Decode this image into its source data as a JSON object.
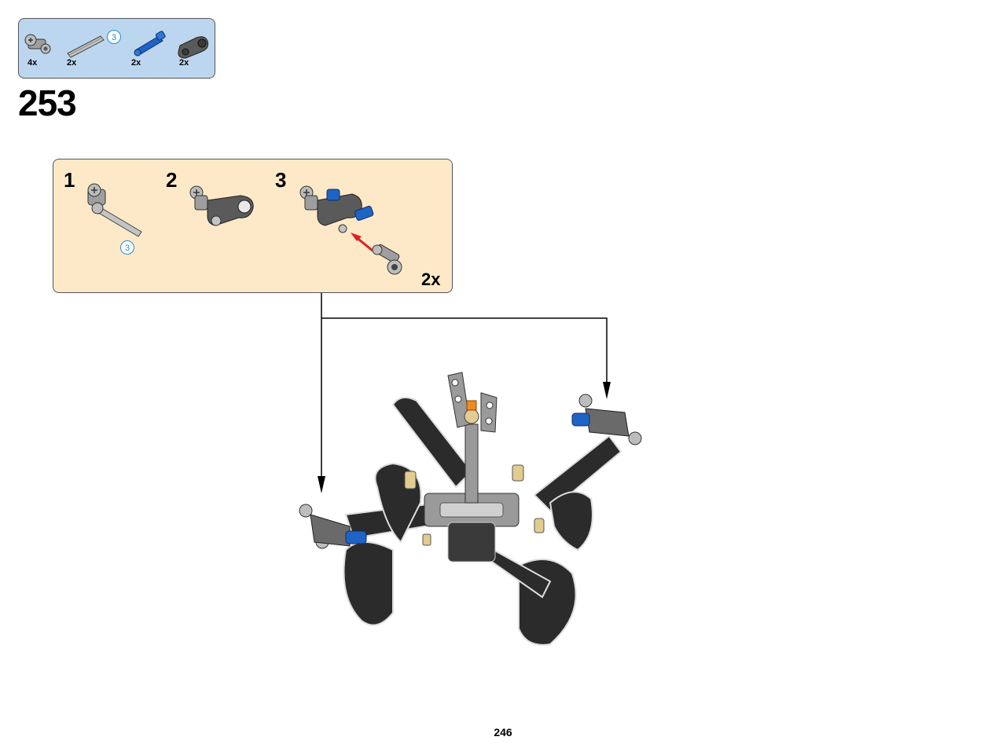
{
  "parts_list": {
    "items": [
      {
        "name": "axle-pin-connector",
        "qty": "4x"
      },
      {
        "name": "axle-3",
        "qty": "2x",
        "length_badge": "3"
      },
      {
        "name": "blue-pin-with-axle",
        "qty": "2x"
      },
      {
        "name": "angled-beam-connector",
        "qty": "2x"
      }
    ]
  },
  "step": {
    "number": "253"
  },
  "subassembly": {
    "steps": [
      {
        "number": "1",
        "badge": "3"
      },
      {
        "number": "2"
      },
      {
        "number": "3"
      }
    ],
    "multiplier": "2x"
  },
  "page": {
    "number": "246"
  },
  "colors": {
    "parts_bg": "#bcd6ef",
    "sub_bg": "#fde9c8",
    "lego_blue": "#1f63c4",
    "lego_gray": "#8e8e8e",
    "lego_black": "#2b2b2b",
    "arrow_red": "#e02020",
    "tan": "#e2cc8f",
    "orange": "#f08a1f"
  }
}
